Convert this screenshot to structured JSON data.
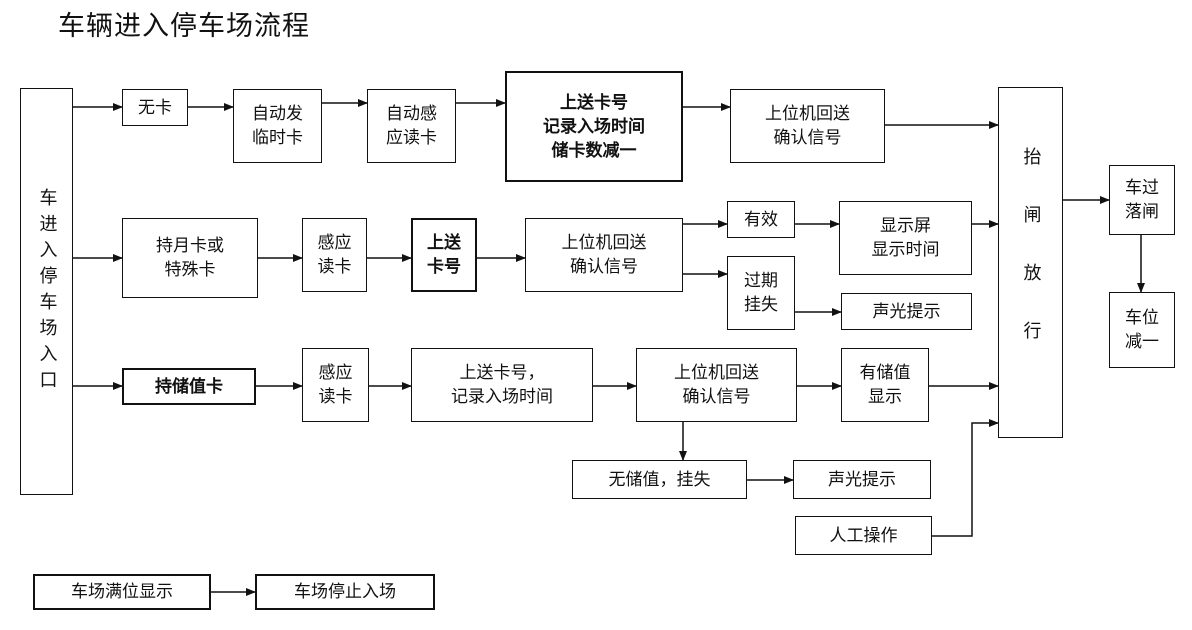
{
  "title": "车辆进入停车场流程",
  "nodes": {
    "entrance": "车进入停车场入口",
    "no_card": "无卡",
    "auto_issue": "自动发\n临时卡",
    "auto_read": "自动感\n应读卡",
    "upload_record": "上送卡号\n记录入场时间\n储卡数减一",
    "host_confirm_1": "上位机回送\n确认信号",
    "monthly_card": "持月卡或\n特殊卡",
    "read_card_2": "感应\n读卡",
    "upload_no_2": "上送\n卡号",
    "host_confirm_2": "上位机回送\n确认信号",
    "valid": "有效",
    "expired": "过期\n挂失",
    "display_time": "显示屏\n显示时间",
    "alarm_1": "声光提示",
    "stored_card": "持储值卡",
    "read_card_3": "感应\n读卡",
    "upload_record_3": "上送卡号，\n记录入场时间",
    "host_confirm_3": "上位机回送\n确认信号",
    "has_value": "有储值\n显示",
    "no_value": "无储值，挂失",
    "alarm_2": "声光提示",
    "manual": "人工操作",
    "gate_open": "抬闸放行",
    "car_pass": "车过\n落闸",
    "space_minus": "车位\n减一",
    "lot_full": "车场满位显示",
    "stop_entry": "车场停止入场"
  }
}
